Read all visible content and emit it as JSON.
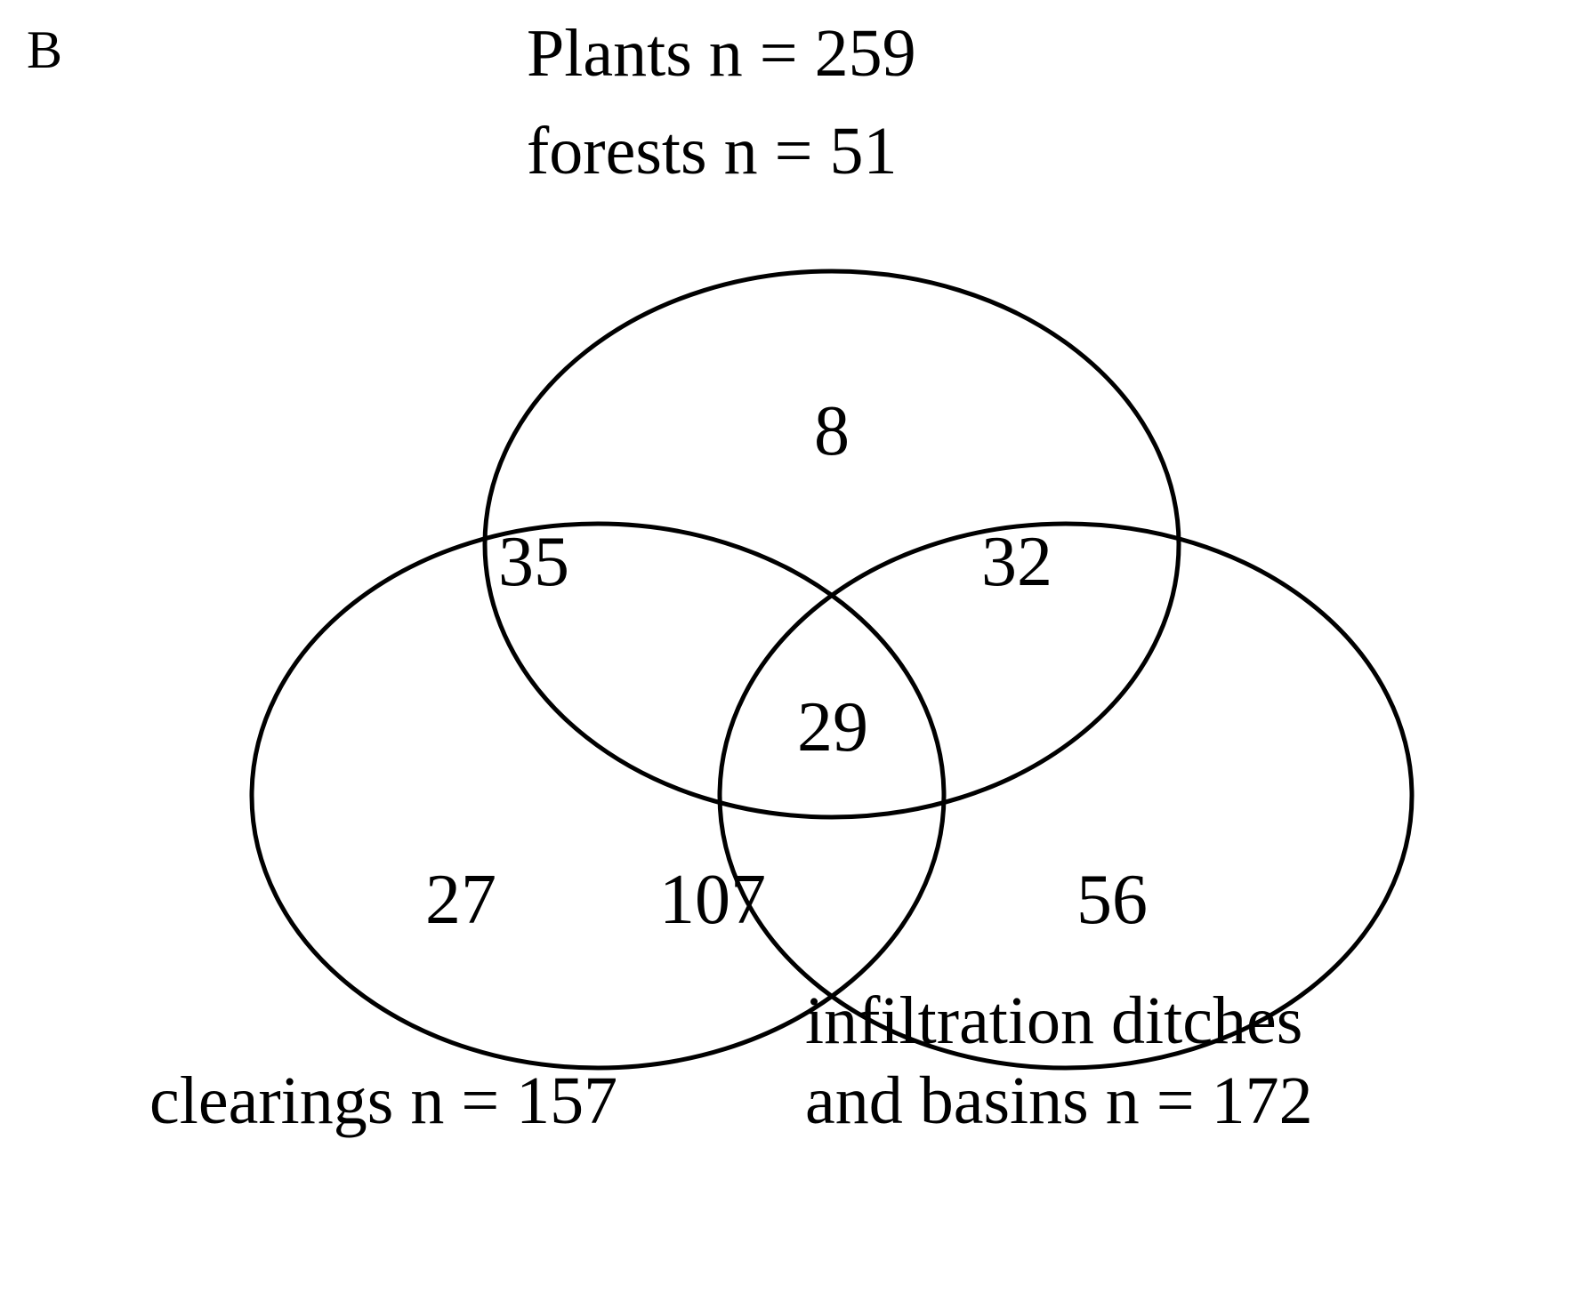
{
  "panel": {
    "letter": "B"
  },
  "title": {
    "line1": "Plants n = 259",
    "line2": "forests  n = 51"
  },
  "labels": {
    "clearings": "clearings  n = 157",
    "ditches_line1": "infiltration ditches",
    "ditches_line2": "and basins  n = 172"
  },
  "chart_data": {
    "type": "venn",
    "title": "Plants n = 259",
    "subtitle": "forests  n = 51",
    "panel_letter": "B",
    "total": 259,
    "sets": [
      {
        "id": "forests",
        "label": "forests",
        "n": 51,
        "label_text": "forests  n = 51",
        "position": "top"
      },
      {
        "id": "clearings",
        "label": "clearings",
        "n": 157,
        "label_text": "clearings  n = 157",
        "position": "bottom-left"
      },
      {
        "id": "ditches_basins",
        "label": "infiltration ditches and basins",
        "n": 172,
        "label_text": "infiltration ditches and basins  n = 172",
        "position": "bottom-right"
      }
    ],
    "regions": [
      {
        "id": "forests-only",
        "sets": [
          "forests"
        ],
        "value": 8
      },
      {
        "id": "forests-clearings",
        "sets": [
          "forests",
          "clearings"
        ],
        "value": 35
      },
      {
        "id": "forests-ditches",
        "sets": [
          "forests",
          "ditches_basins"
        ],
        "value": 32
      },
      {
        "id": "all-three",
        "sets": [
          "forests",
          "clearings",
          "ditches_basins"
        ],
        "value": 29
      },
      {
        "id": "clearings-only",
        "sets": [
          "clearings"
        ],
        "value": 27
      },
      {
        "id": "clearings-ditches",
        "sets": [
          "clearings",
          "ditches_basins"
        ],
        "value": 107
      },
      {
        "id": "ditches-only",
        "sets": [
          "ditches_basins"
        ],
        "value": 56
      }
    ],
    "counts": {
      "forests_only": "8",
      "forests_clearings": "35",
      "forests_ditches": "32",
      "all_three": "29",
      "clearings_only": "27",
      "clearings_ditches": "107",
      "ditches_only": "56"
    },
    "colors": {
      "stroke": "#000000",
      "fill": "none",
      "background": "#ffffff",
      "text": "#000000"
    },
    "grid": false,
    "legend": "none"
  }
}
